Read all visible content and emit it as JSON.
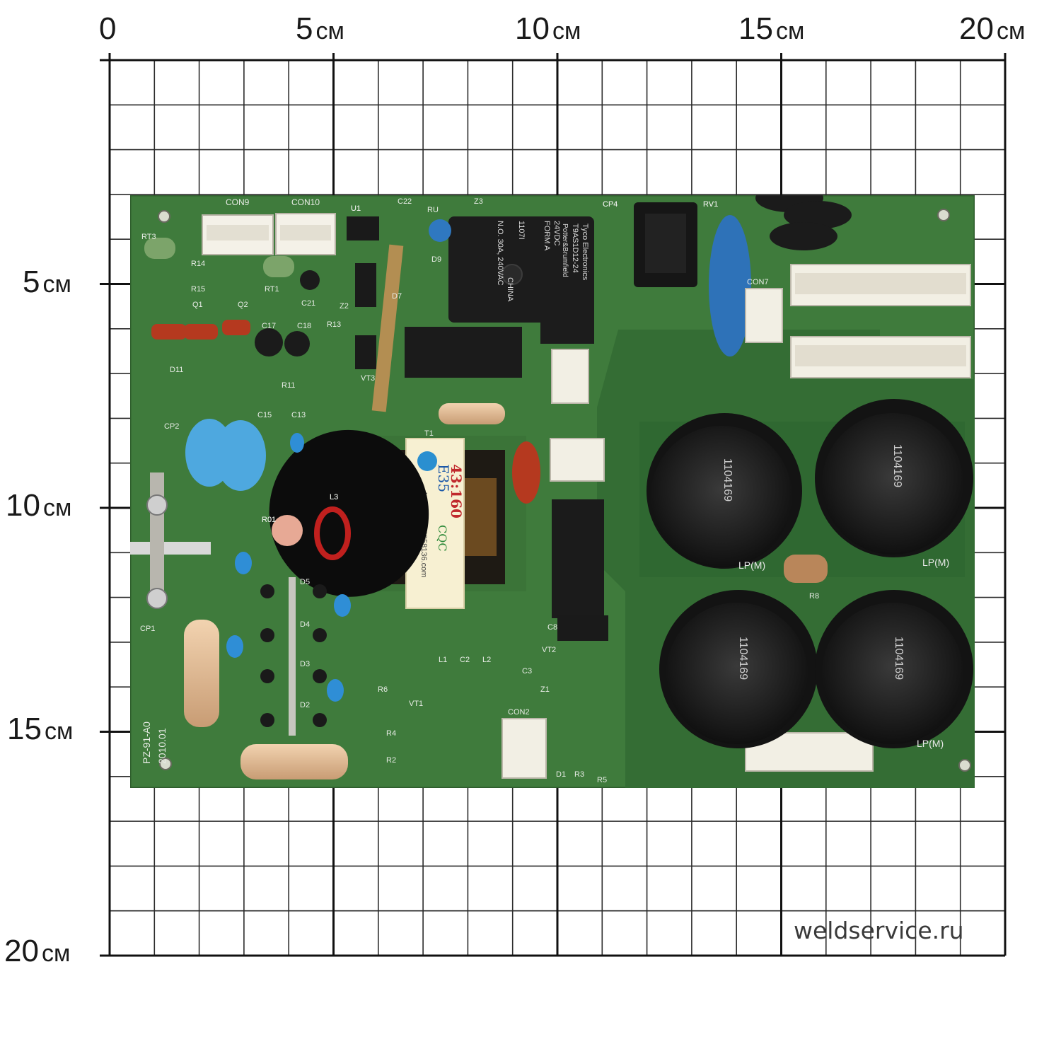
{
  "ruler": {
    "top": [
      {
        "num": "0",
        "unit": ""
      },
      {
        "num": "5",
        "unit": "см"
      },
      {
        "num": "10",
        "unit": "см"
      },
      {
        "num": "15",
        "unit": "см"
      },
      {
        "num": "20",
        "unit": "см"
      }
    ],
    "left": [
      {
        "num": "5",
        "unit": "см"
      },
      {
        "num": "10",
        "unit": "см"
      },
      {
        "num": "15",
        "unit": "см"
      },
      {
        "num": "20",
        "unit": "см"
      }
    ]
  },
  "board": {
    "connectors": [
      "CON9",
      "CON10",
      "CON7",
      "CON2"
    ],
    "relay_main": {
      "brand": "Tyco Electronics",
      "model": "T9AS1D12-24",
      "maker": "Potter&Brumfield",
      "voltage": "24VDC",
      "contacts": "N.O. 30A, 240VAC",
      "form": "FORM A",
      "code": "1107I",
      "origin": "CHINA"
    },
    "transformer": {
      "ratio": "43:160",
      "core": "E35",
      "code": "CQC",
      "url": "http://www.3858136.com"
    },
    "capacitor_label": "LP(M)",
    "capacitor_code": "1104169",
    "board_id": "PZ-91-A0",
    "board_date": "2010.01",
    "labels": [
      "RT3",
      "R14",
      "R15",
      "Q1",
      "Q2",
      "RT1",
      "C21",
      "C17",
      "C18",
      "R13",
      "Z2",
      "D7",
      "C22",
      "RU",
      "Z3",
      "U1",
      "D9",
      "CP4",
      "RV1",
      "CP2",
      "C15",
      "C13",
      "L3",
      "R01",
      "D5",
      "D4",
      "D3",
      "D2",
      "CP1",
      "T1",
      "L1",
      "C2",
      "L2",
      "VT1",
      "R6",
      "R4",
      "R2",
      "D1",
      "R3",
      "R5",
      "Z1",
      "C3",
      "VT2",
      "C8",
      "R8",
      "D11",
      "R11",
      "VT3"
    ]
  },
  "watermark": "weldservice.ru"
}
